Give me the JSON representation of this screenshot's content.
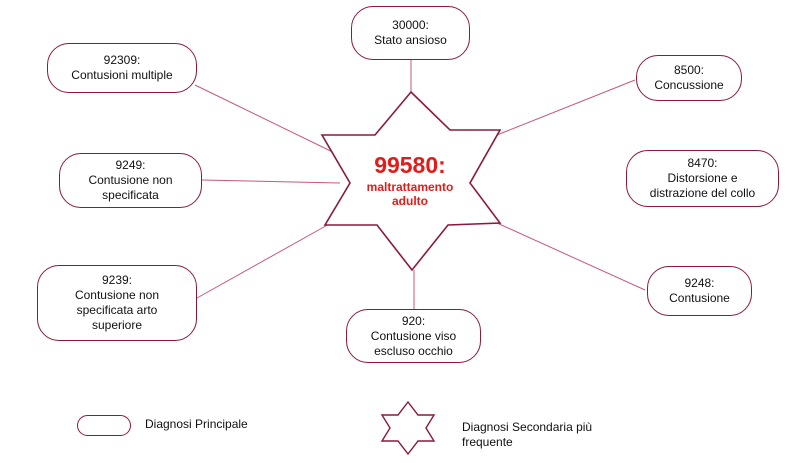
{
  "center": {
    "code": "99580:",
    "description": "maltrattamento\nadulto",
    "text_color": "#e41b17"
  },
  "nodes": [
    {
      "id": "n1",
      "code": "30000:",
      "label": "Stato ansioso"
    },
    {
      "id": "n2",
      "code": "92309:",
      "label": "Contusioni multiple"
    },
    {
      "id": "n3",
      "code": "8500:",
      "label": "Concussione"
    },
    {
      "id": "n4",
      "code": "9249:",
      "label": "Contusione non\nspecificata"
    },
    {
      "id": "n5",
      "code": "8470:",
      "label": "Distorsione e\ndistrazione del collo"
    },
    {
      "id": "n6",
      "code": "9239:",
      "label": "Contusione non\nspecificata arto\nsuperiore"
    },
    {
      "id": "n7",
      "code": "9248:",
      "label": "Contusione"
    },
    {
      "id": "n8",
      "code": "920:",
      "label": "Contusione viso\nescluso occhio"
    }
  ],
  "legend": {
    "principal": "Diagnosi Principale",
    "secondary": "Diagnosi Secondaria più\nfrequente"
  },
  "colors": {
    "border": "#8b1a3a",
    "connector": "#c9577a"
  }
}
